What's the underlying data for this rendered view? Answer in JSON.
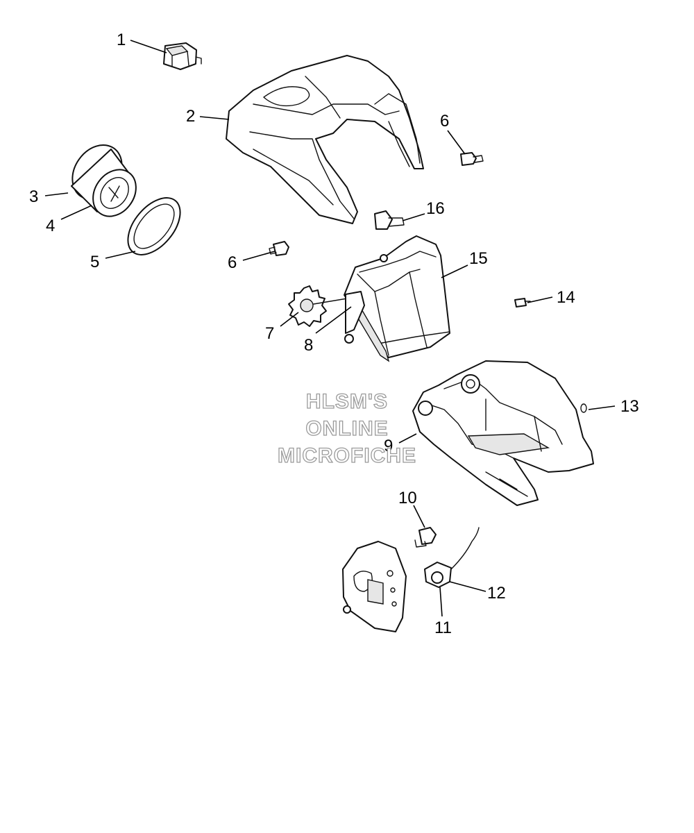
{
  "callouts": {
    "c1": "1",
    "c2": "2",
    "c3": "3",
    "c4": "4",
    "c5": "5",
    "c6a": "6",
    "c6b": "6",
    "c7": "7",
    "c8": "8",
    "c9": "9",
    "c10": "10",
    "c11": "11",
    "c12": "12",
    "c13": "13",
    "c14": "14",
    "c15": "15",
    "c16": "16"
  },
  "watermark": {
    "line1": "HLSM'S",
    "line2": "ONLINE",
    "line3": "MICROFICHE"
  }
}
